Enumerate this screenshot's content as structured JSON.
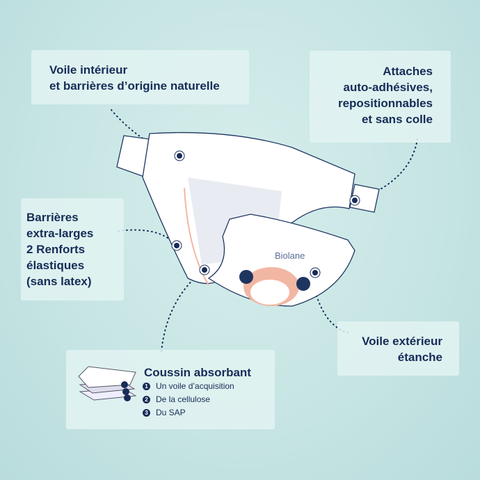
{
  "callouts": {
    "inner_veil": [
      "Voile intérieur",
      "et barrières d’origine naturelle"
    ],
    "fasteners": [
      "Attaches",
      "auto-adhésives,",
      "repositionnables",
      "et sans colle"
    ],
    "barriers": [
      "Barrières",
      "extra-larges",
      "2 Renforts",
      "élastiques",
      "(sans latex)"
    ],
    "outer_veil": [
      "Voile extérieur",
      "étanche"
    ]
  },
  "cushion": {
    "title": "Coussin absorbant",
    "items": [
      {
        "num": "1",
        "label": "Un voile d’acquisition"
      },
      {
        "num": "2",
        "label": "De la cellulose"
      },
      {
        "num": "3",
        "label": "Du SAP"
      }
    ]
  },
  "brand": "Biolane",
  "colors": {
    "text": "#172c57",
    "accent": "#f2b7a3",
    "background": "#c5e4e3"
  }
}
